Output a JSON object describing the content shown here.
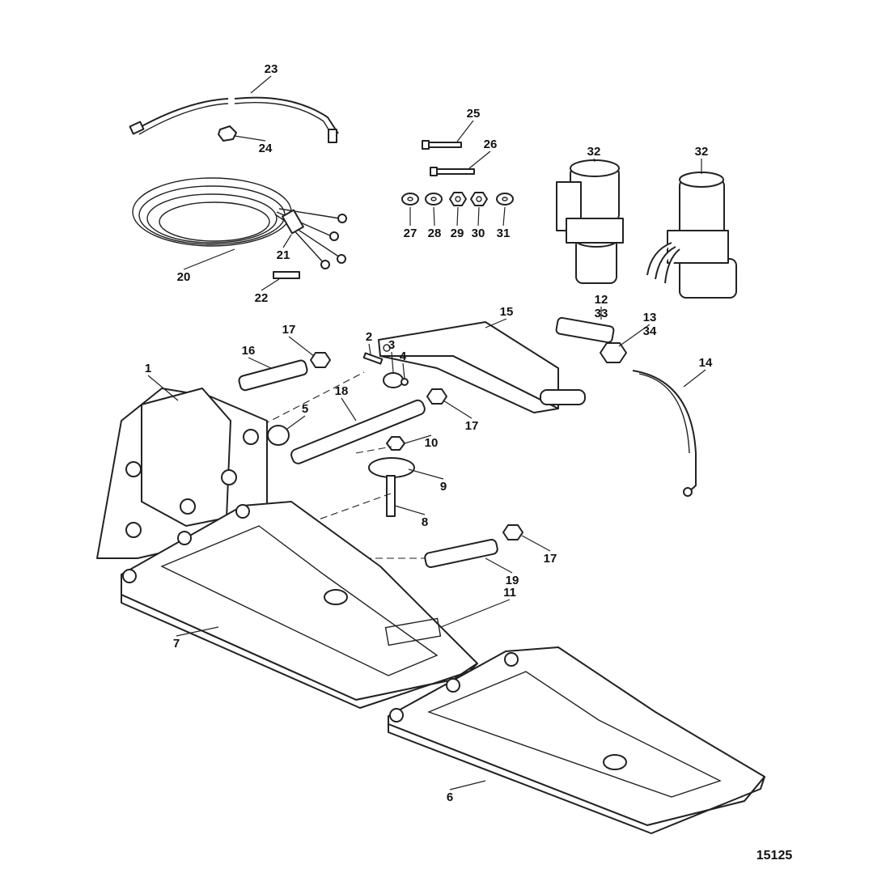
{
  "diagram": {
    "figure_number": "15125",
    "callouts": [
      "23",
      "24",
      "25",
      "26",
      "27",
      "28",
      "29",
      "30",
      "31",
      "32",
      "32",
      "20",
      "21",
      "22",
      "17",
      "16",
      "2",
      "3",
      "4",
      "1",
      "18",
      "5",
      "17",
      "10",
      "9",
      "8",
      "15",
      "12",
      "33",
      "13",
      "34",
      "14",
      "17",
      "19",
      "11",
      "7",
      "6"
    ],
    "parts": [
      "hydraulic-hose",
      "fitting-nut",
      "bolt-short",
      "bolt-long",
      "washer",
      "washer",
      "nut",
      "nut",
      "washer",
      "pump-motor",
      "pump-motor",
      "wiring-harness",
      "connector",
      "fuse",
      "nut",
      "pin",
      "screw",
      "washer",
      "nut",
      "trim-bracket",
      "pin",
      "plug",
      "nut",
      "nut",
      "washer-disc",
      "stud",
      "trim-cylinder",
      "fitting",
      "fitting",
      "nut",
      "nut",
      "hose",
      "nut",
      "pin",
      "decal",
      "trim-tab",
      "trim-tab"
    ]
  }
}
